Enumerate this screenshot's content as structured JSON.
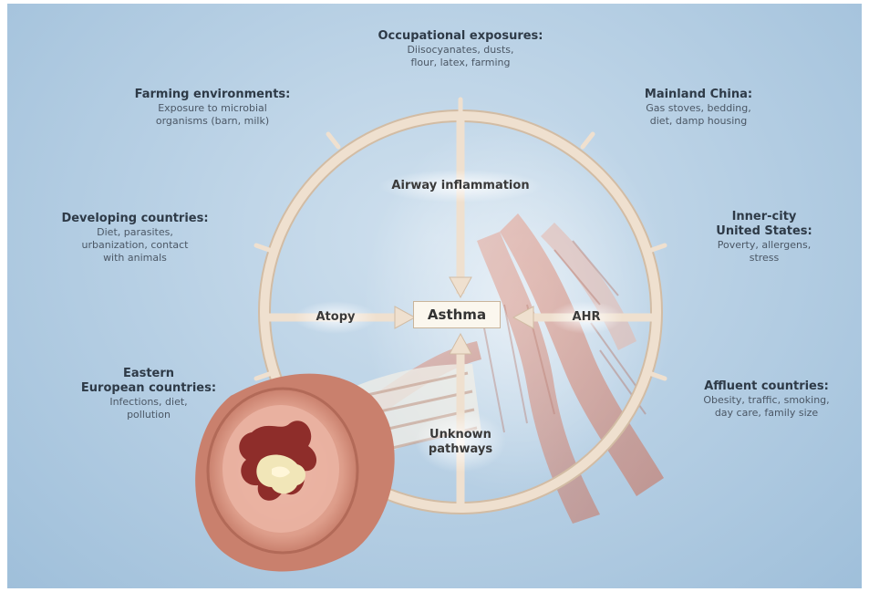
{
  "diagram": {
    "center": "Asthma",
    "inner_inputs": {
      "top": "Airway inflammation",
      "left": "Atopy",
      "right": "AHR",
      "bottom": "Unknown\npathways"
    },
    "regions": [
      {
        "id": "occupational",
        "title": "Occupational exposures:",
        "detail": "Diisocyanates, dusts,\nflour, latex, farming"
      },
      {
        "id": "farming",
        "title": "Farming environments:",
        "detail": "Exposure to microbial\norganisms (barn, milk)"
      },
      {
        "id": "china",
        "title": "Mainland China:",
        "detail": "Gas stoves, bedding,\ndiet, damp housing"
      },
      {
        "id": "developing",
        "title": "Developing countries:",
        "detail": "Diet, parasites,\nurbanization, contact\nwith animals"
      },
      {
        "id": "inner_city",
        "title": "Inner-city\nUnited States:",
        "detail": "Poverty, allergens,\nstress"
      },
      {
        "id": "eastern_europe",
        "title": "Eastern\nEuropean countries:",
        "detail": "Infections, diet,\npollution"
      },
      {
        "id": "affluent",
        "title": "Affluent countries:",
        "detail": "Obesity, traffic, smoking,\nday care, family size"
      }
    ]
  },
  "colors": {
    "background": "#b9d1e5",
    "ring": "#efe0cf",
    "ring_edge": "#d2bca4",
    "lung_tissue": "#d99a8a",
    "cartilage": "#f3efe6"
  }
}
